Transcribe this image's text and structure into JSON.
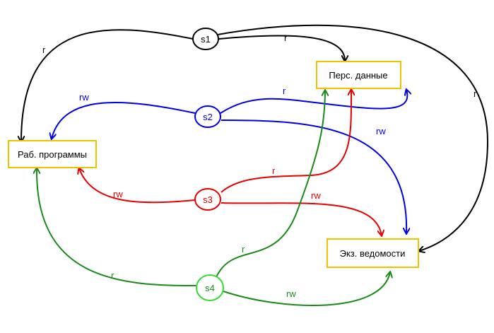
{
  "colors": {
    "box_border": "#f2c200",
    "s1": "#000000",
    "s2": "#0000e6",
    "s3": "#e60000",
    "s4": "#1a8a1a",
    "s4_node": "#33dd33"
  },
  "objects": {
    "pers": "Перс. данные",
    "rab": "Раб. программы",
    "ekz": "Экз. ведомости"
  },
  "subjects": {
    "s1": "s1",
    "s2": "s2",
    "s3": "s3",
    "s4": "s4"
  },
  "edges": {
    "s1_rab": "r",
    "s1_pers": "r",
    "s1_ekz": "r",
    "s2_rab": "rw",
    "s2_pers": "r",
    "s2_ekz": "rw",
    "s3_rab": "rw",
    "s3_pers": "r",
    "s3_ekz": "rw",
    "s4_rab": "r",
    "s4_pers": "r",
    "s4_ekz": "rw"
  }
}
